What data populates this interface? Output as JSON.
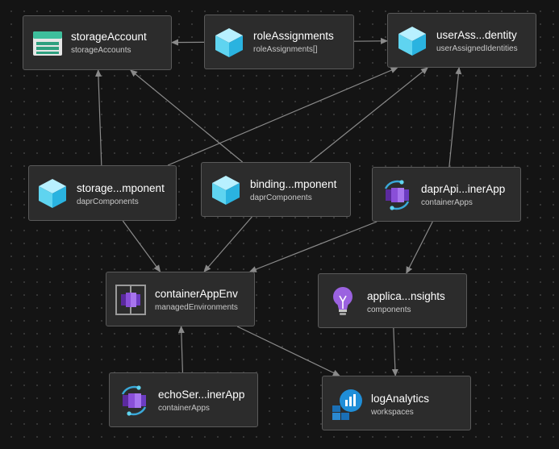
{
  "nodes": {
    "storage_account": {
      "title": "storageAccount",
      "type": "storageAccounts",
      "icon": "storage-account-icon"
    },
    "role_assignments": {
      "title": "roleAssignments",
      "type": "roleAssignments[]",
      "icon": "resource-cube-icon"
    },
    "user_identity": {
      "title": "userAss...dentity",
      "type": "userAssignedIdentities",
      "icon": "resource-cube-icon"
    },
    "storage_component": {
      "title": "storage...mponent",
      "type": "daprComponents",
      "icon": "resource-cube-icon"
    },
    "binding_component": {
      "title": "binding...mponent",
      "type": "daprComponents",
      "icon": "resource-cube-icon"
    },
    "dapr_api_app": {
      "title": "daprApi...inerApp",
      "type": "containerApps",
      "icon": "container-app-icon"
    },
    "container_app_env": {
      "title": "containerAppEnv",
      "type": "managedEnvironments",
      "icon": "managed-environment-icon"
    },
    "app_insights": {
      "title": "applica...nsights",
      "type": "components",
      "icon": "app-insights-bulb-icon"
    },
    "echo_service_app": {
      "title": "echoSer...inerApp",
      "type": "containerApps",
      "icon": "container-app-icon"
    },
    "log_analytics": {
      "title": "logAnalytics",
      "type": "workspaces",
      "icon": "log-analytics-icon"
    }
  },
  "edges": [
    {
      "from": "role_assignments",
      "to": "storage_account"
    },
    {
      "from": "role_assignments",
      "to": "user_identity"
    },
    {
      "from": "storage_component",
      "to": "storage_account"
    },
    {
      "from": "storage_component",
      "to": "user_identity"
    },
    {
      "from": "binding_component",
      "to": "storage_account"
    },
    {
      "from": "binding_component",
      "to": "user_identity"
    },
    {
      "from": "dapr_api_app",
      "to": "user_identity"
    },
    {
      "from": "storage_component",
      "to": "container_app_env"
    },
    {
      "from": "binding_component",
      "to": "container_app_env"
    },
    {
      "from": "dapr_api_app",
      "to": "container_app_env"
    },
    {
      "from": "dapr_api_app",
      "to": "app_insights"
    },
    {
      "from": "echo_service_app",
      "to": "container_app_env"
    },
    {
      "from": "container_app_env",
      "to": "log_analytics"
    },
    {
      "from": "app_insights",
      "to": "log_analytics"
    }
  ],
  "colors": {
    "canvas": "#141414",
    "node_fill": "#2c2c2c",
    "node_border": "#5a5a5a",
    "edge": "#8a8a8a",
    "cube_accent": "#5fd4f0",
    "container_accent": "#8a4fd8",
    "bulb_accent": "#9b62e0",
    "log_accent": "#1f8ed8"
  }
}
